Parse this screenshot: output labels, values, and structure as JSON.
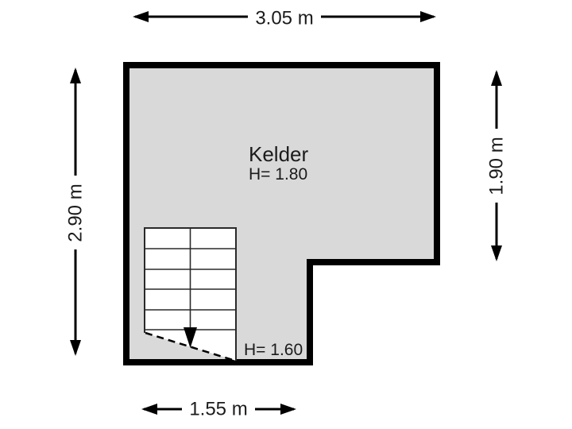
{
  "page": {
    "background_color": "#ffffff"
  },
  "colors": {
    "wall": "#000000",
    "floor": "#d9d9d9",
    "stairs_fill": "#ffffff",
    "stair_line": "#2a2a2a",
    "dimension_line": "#000000",
    "label_box": "#ffffff",
    "text": "#1b1b1b"
  },
  "room": {
    "name": "Kelder",
    "height_label": "H= 1.80"
  },
  "stairs": {
    "height_label": "H= 1.60"
  },
  "dimensions": {
    "top": "3.05 m",
    "bottom": "1.55 m",
    "left": "2.90 m",
    "right": "1.90 m"
  }
}
